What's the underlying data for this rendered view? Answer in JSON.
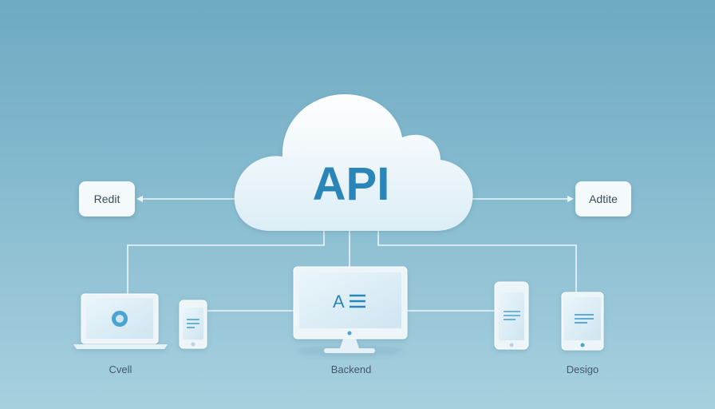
{
  "cloud": {
    "title": "API"
  },
  "side_boxes": {
    "left": "Redit",
    "right": "Adtite"
  },
  "monitor_screen_text": "A",
  "device_labels": {
    "left": "Cvell",
    "center": "Backend",
    "right": "Desigo"
  },
  "colors": {
    "accent": "#2a86b8",
    "line": "#eef6fa",
    "device_frame": "#eef5f9",
    "screen": "#d9ecf6",
    "icon_blue": "#4aa3d0"
  }
}
